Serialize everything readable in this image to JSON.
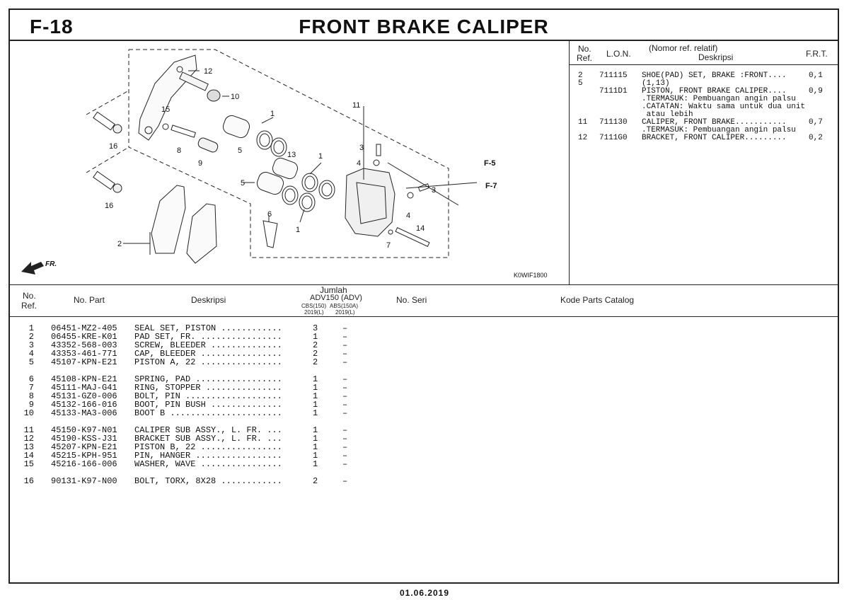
{
  "header": {
    "code": "F-18",
    "title": "FRONT BRAKE CALIPER"
  },
  "diagram": {
    "image_id": "K0WIF1800",
    "fr_arrow": "FR.",
    "callouts": [
      "12",
      "10",
      "15",
      "16",
      "1",
      "11",
      "5",
      "8",
      "9",
      "13",
      "3",
      "4",
      "F-5",
      "F-7",
      "16",
      "6",
      "1",
      "2",
      "14",
      "7",
      "5",
      "1",
      "3",
      "4"
    ]
  },
  "lon_table": {
    "headers": {
      "no": "No.",
      "ref": "Ref.",
      "lon": "L.O.N.",
      "desc_top": "(Nomor ref. relatif)",
      "desc": "Deskripsi",
      "frt": "F.R.T."
    },
    "lines": [
      {
        "ref": "2",
        "lon": "711115",
        "desc": "SHOE(PAD) SET, BRAKE :FRONT....",
        "frt": "0,1"
      },
      {
        "ref": "5",
        "lon": "",
        "desc": "(1,13)",
        "frt": ""
      },
      {
        "ref": "",
        "lon": "7111D1",
        "desc": "PISTON, FRONT BRAKE CALIPER....",
        "frt": "0,9"
      },
      {
        "ref": "",
        "lon": "",
        "desc": ".TERMASUK: Pembuangan angin palsu",
        "frt": ""
      },
      {
        "ref": "",
        "lon": "",
        "desc": ".CATATAN: Waktu sama untuk dua unit",
        "frt": ""
      },
      {
        "ref": "",
        "lon": "",
        "desc": " atau lebih",
        "frt": ""
      },
      {
        "ref": "11",
        "lon": "711130",
        "desc": "CALIPER, FRONT BRAKE...........",
        "frt": "0,7"
      },
      {
        "ref": "",
        "lon": "",
        "desc": ".TERMASUK: Pembuangan angin palsu",
        "frt": ""
      },
      {
        "ref": "12",
        "lon": "7111G0",
        "desc": "BRACKET, FRONT CALIPER.........",
        "frt": "0,2"
      }
    ]
  },
  "parts_table": {
    "headers": {
      "no": "No.",
      "ref": "Ref.",
      "part": "No. Part",
      "desc": "Deskripsi",
      "jumlah": "Jumlah",
      "model": "ADV150 (ADV)",
      "col1": "CBS(150)",
      "col2": "ABS(150A)",
      "year1": "2019(L)",
      "year2": "2019(L)",
      "seri": "No. Seri",
      "catalog": "Kode Parts Catalog"
    },
    "rows": [
      {
        "ref": "1",
        "part": "06451-MZ2-405",
        "desc": "SEAL SET, PISTON ............",
        "q1": "3",
        "q2": "–"
      },
      {
        "ref": "2",
        "part": "06455-KRE-K01",
        "desc": "PAD SET, FR. ................",
        "q1": "1",
        "q2": "–"
      },
      {
        "ref": "3",
        "part": "43352-568-003",
        "desc": "SCREW, BLEEDER ..............",
        "q1": "2",
        "q2": "–"
      },
      {
        "ref": "4",
        "part": "43353-461-771",
        "desc": "CAP, BLEEDER ................",
        "q1": "2",
        "q2": "–"
      },
      {
        "ref": "5",
        "part": "45107-KPN-E21",
        "desc": "PISTON A, 22 ................",
        "q1": "2",
        "q2": "–"
      },
      {
        "ref": "6",
        "part": "45108-KPN-E21",
        "desc": "SPRING, PAD .................",
        "q1": "1",
        "q2": "–"
      },
      {
        "ref": "7",
        "part": "45111-MAJ-G41",
        "desc": "RING, STOPPER ...............",
        "q1": "1",
        "q2": "–"
      },
      {
        "ref": "8",
        "part": "45131-GZ0-006",
        "desc": "BOLT, PIN ...................",
        "q1": "1",
        "q2": "–"
      },
      {
        "ref": "9",
        "part": "45132-166-016",
        "desc": "BOOT, PIN BUSH ..............",
        "q1": "1",
        "q2": "–"
      },
      {
        "ref": "10",
        "part": "45133-MA3-006",
        "desc": "BOOT B ......................",
        "q1": "1",
        "q2": "–"
      },
      {
        "ref": "11",
        "part": "45150-K97-N01",
        "desc": "CALIPER SUB ASSY., L. FR. ...",
        "q1": "1",
        "q2": "–"
      },
      {
        "ref": "12",
        "part": "45190-KSS-J31",
        "desc": "BRACKET SUB ASSY., L. FR. ...",
        "q1": "1",
        "q2": "–"
      },
      {
        "ref": "13",
        "part": "45207-KPN-E21",
        "desc": "PISTON B, 22 ................",
        "q1": "1",
        "q2": "–"
      },
      {
        "ref": "14",
        "part": "45215-KPH-951",
        "desc": "PIN, HANGER .................",
        "q1": "1",
        "q2": "–"
      },
      {
        "ref": "15",
        "part": "45216-166-006",
        "desc": "WASHER, WAVE ................",
        "q1": "1",
        "q2": "–"
      },
      {
        "ref": "16",
        "part": "90131-K97-N00",
        "desc": "BOLT, TORX, 8X28 ............",
        "q1": "2",
        "q2": "–"
      }
    ]
  },
  "footer": {
    "date": "01.06.2019"
  }
}
